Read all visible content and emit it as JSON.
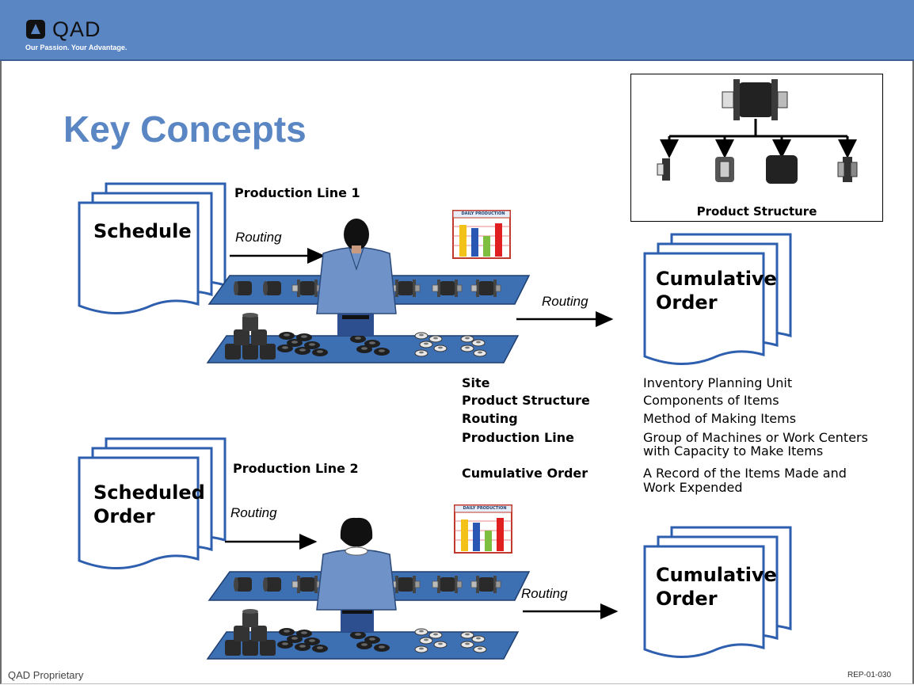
{
  "header": {
    "brand": "QAD",
    "tagline": "Our Passion. Your Advantage."
  },
  "title": "Key Concepts",
  "line1": {
    "doc_label": "Schedule",
    "line_label": "Production Line 1",
    "routing_in": "Routing",
    "routing_out": "Routing",
    "output_doc": [
      "Cumulative",
      "Order"
    ],
    "board_label": "DAILY PRODUCTION"
  },
  "line2": {
    "doc_label": [
      "Scheduled",
      "Order"
    ],
    "line_label": "Production Line 2",
    "routing_in": "Routing",
    "routing_out": "Routing",
    "output_doc": [
      "Cumulative",
      "Order"
    ],
    "board_label": "DAILY PRODUCTION"
  },
  "product_structure": {
    "label": "Product Structure"
  },
  "definitions": [
    {
      "term": "Site",
      "desc": [
        "Inventory Planning Unit"
      ]
    },
    {
      "term": "Product Structure",
      "desc": [
        "Components of Items"
      ]
    },
    {
      "term": "Routing",
      "desc": [
        "Method of Making Items"
      ]
    },
    {
      "term": "Production Line",
      "desc": [
        "Group of Machines or Work Centers",
        "with Capacity to Make Items"
      ]
    },
    {
      "term": "Cumulative Order",
      "desc": [
        "A Record of the Items Made and",
        "Work Expended"
      ]
    }
  ],
  "footer": {
    "left": "QAD Proprietary",
    "right": "REP-01-030"
  },
  "colors": {
    "header": "#5b86c4",
    "title": "#5b86c4",
    "doc_stroke": "#2e5fae",
    "conveyor": "#3d6fb3",
    "bar_yellow": "#f2c21a",
    "bar_blue": "#2a57b3",
    "bar_green": "#7fbf3f",
    "bar_red": "#e02020"
  }
}
